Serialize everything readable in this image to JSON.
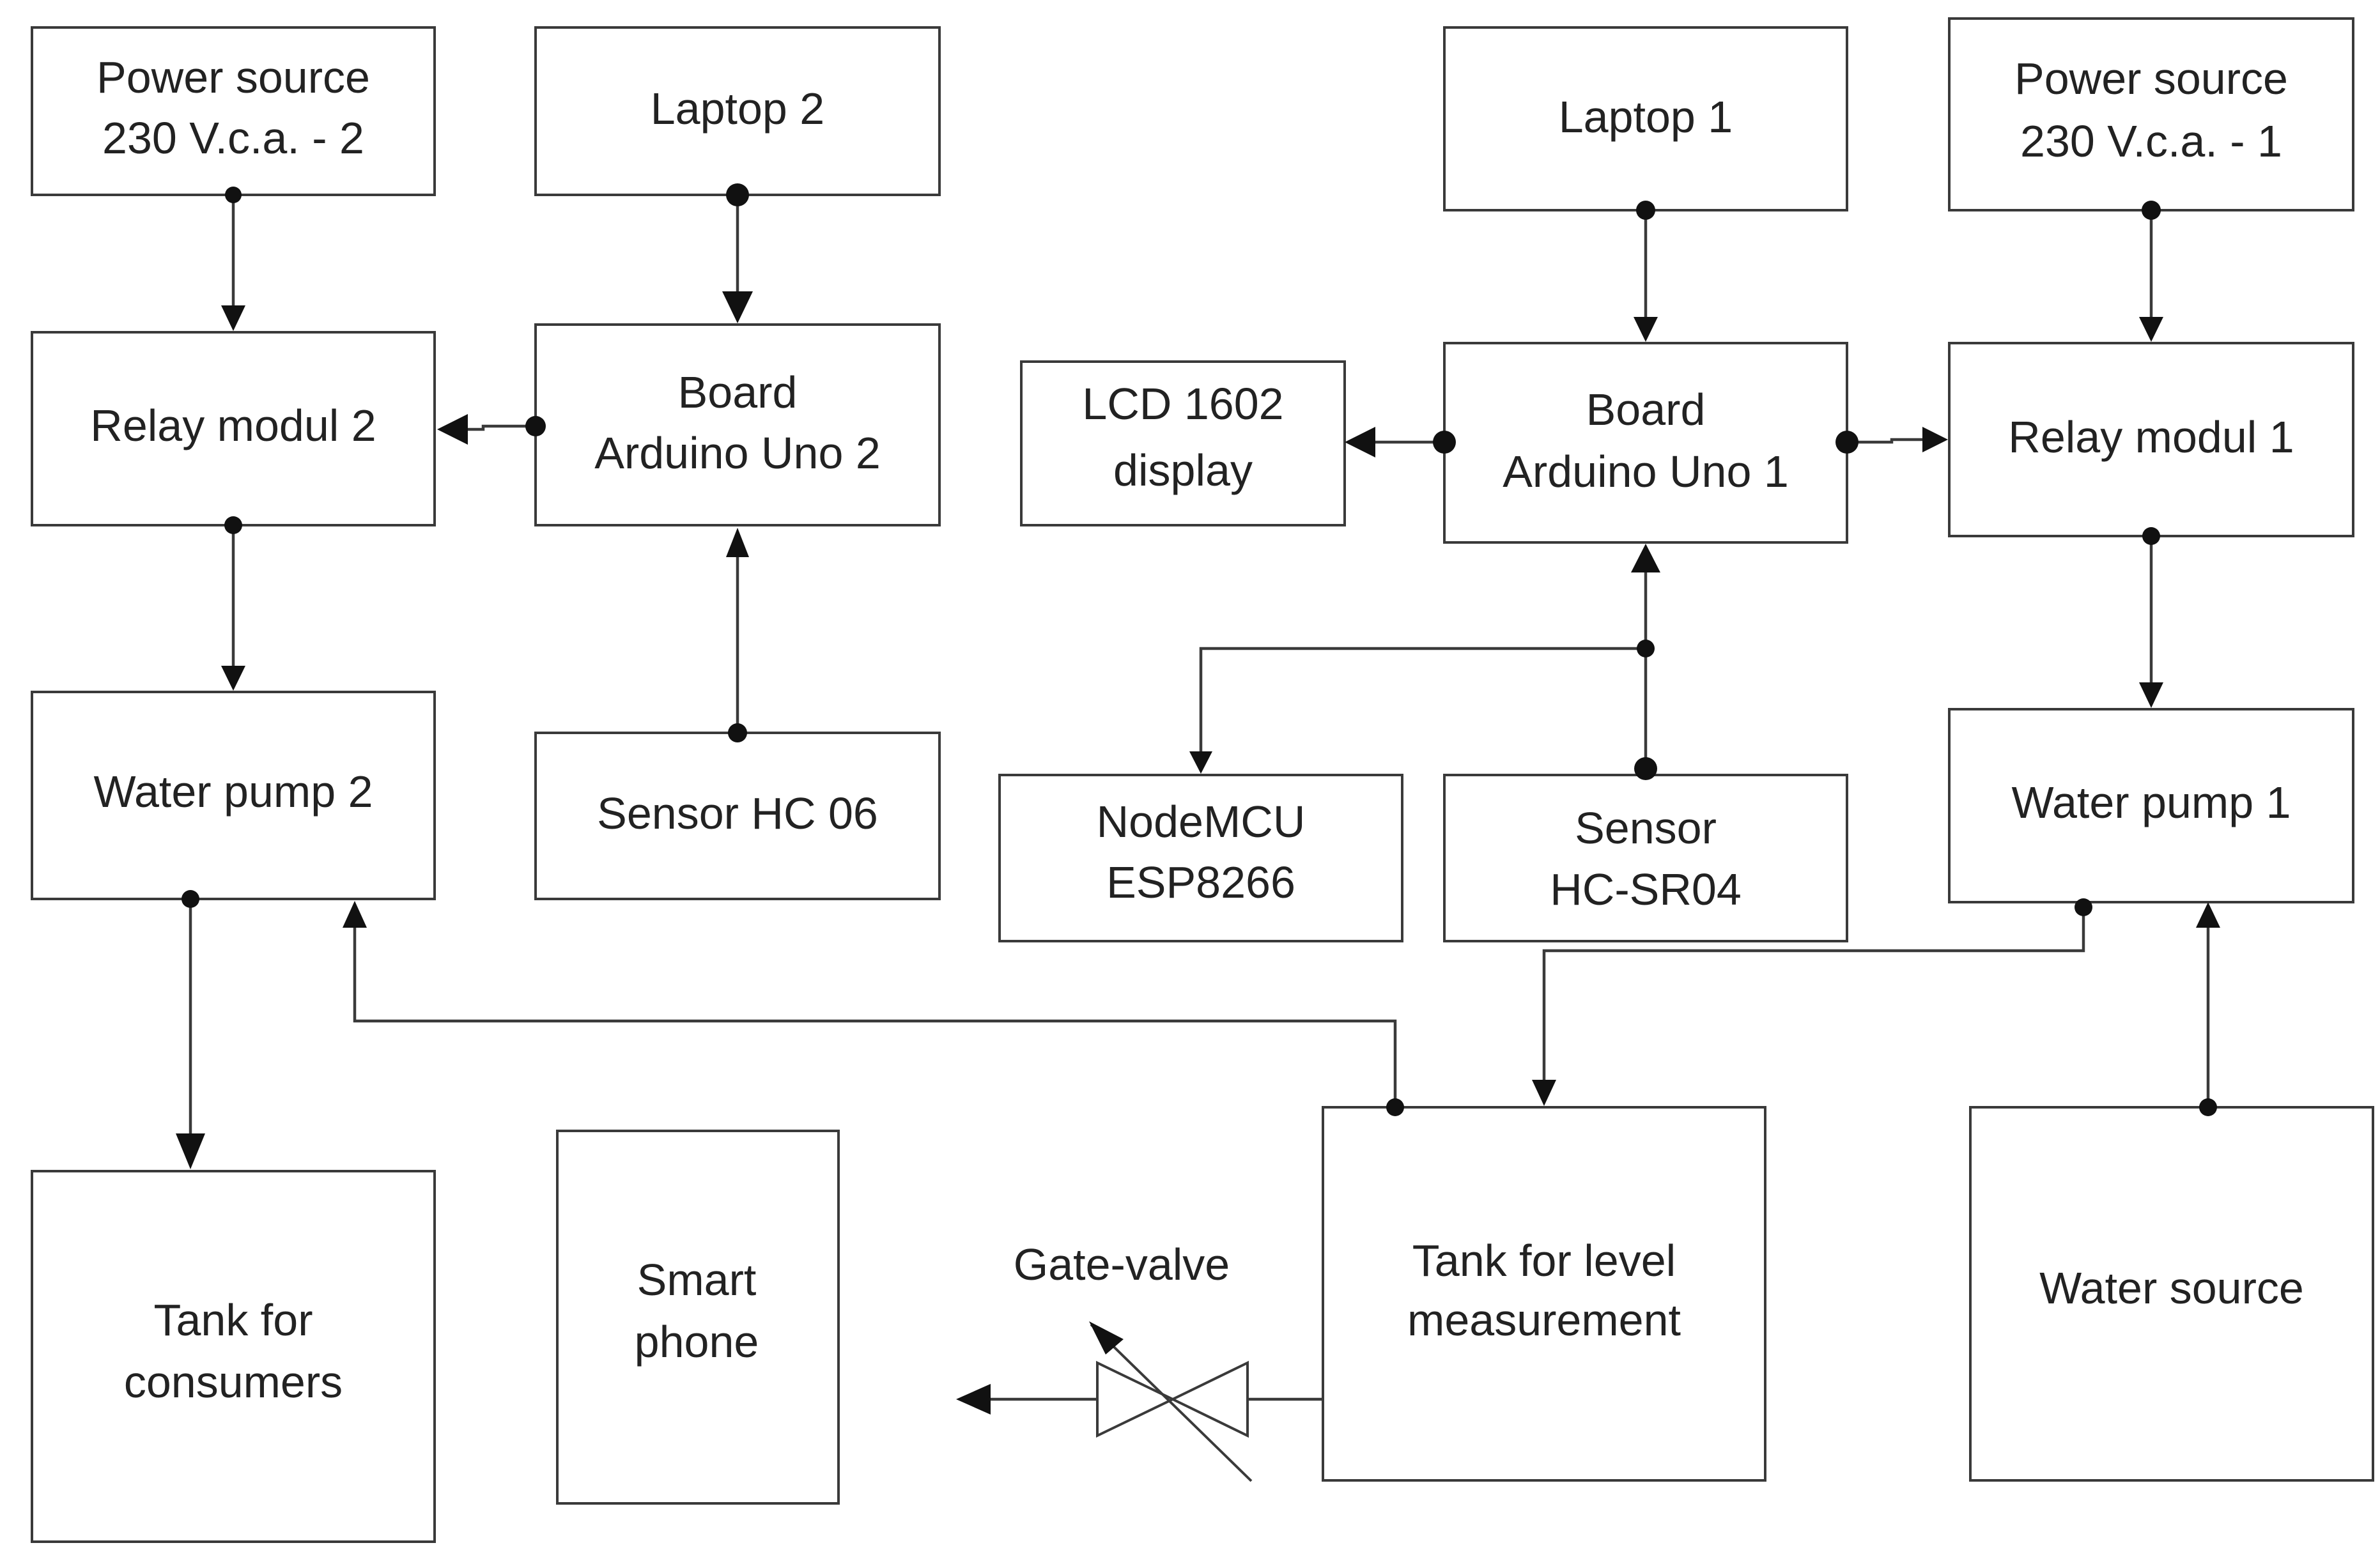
{
  "blocks": {
    "power2": [
      "Power source",
      "230 V.c.a. - 2"
    ],
    "laptop2": [
      "Laptop 2"
    ],
    "relay2": [
      "Relay modul 2"
    ],
    "arduino2": [
      "Board",
      "Arduino Uno 2"
    ],
    "pump2": [
      "Water pump 2"
    ],
    "sensor_hc06": [
      "Sensor HC 06"
    ],
    "tank_consumers": [
      "Tank for",
      "consumers"
    ],
    "smartphone": [
      "Smart",
      "phone"
    ],
    "laptop1": [
      "Laptop 1"
    ],
    "power1": [
      "Power source",
      "230 V.c.a. - 1"
    ],
    "lcd": [
      "LCD 1602",
      "display"
    ],
    "arduino1": [
      "Board",
      "Arduino Uno 1"
    ],
    "relay1": [
      "Relay modul 1"
    ],
    "nodemcu": [
      "NodeMCU",
      "ESP8266"
    ],
    "sensor_hcsr04": [
      "Sensor",
      "HC-SR04"
    ],
    "pump1": [
      "Water pump 1"
    ],
    "tank_level": [
      "Tank for level",
      "measurement"
    ],
    "water_source": [
      "Water source"
    ]
  },
  "valve_label": "Gate-valve"
}
